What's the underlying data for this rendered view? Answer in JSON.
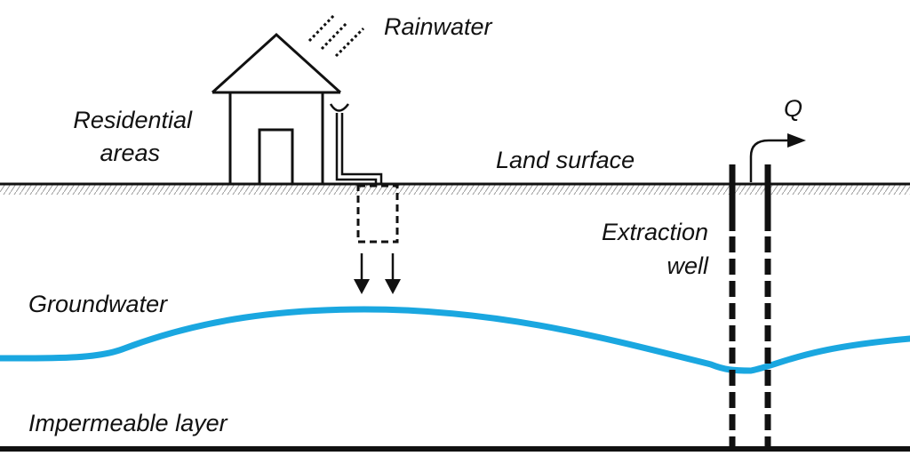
{
  "labels": {
    "rainwater": "Rainwater",
    "residential_line1": "Residential",
    "residential_line2": "areas",
    "land_surface": "Land surface",
    "extraction_line1": "Extraction",
    "extraction_line2": "well",
    "flow": "Q",
    "groundwater": "Groundwater",
    "impermeable": "Impermeable layer"
  },
  "colors": {
    "ink": "#111111",
    "groundwater": "#1aa7e0",
    "hatch": "#9a9a9a",
    "background": "#ffffff"
  }
}
